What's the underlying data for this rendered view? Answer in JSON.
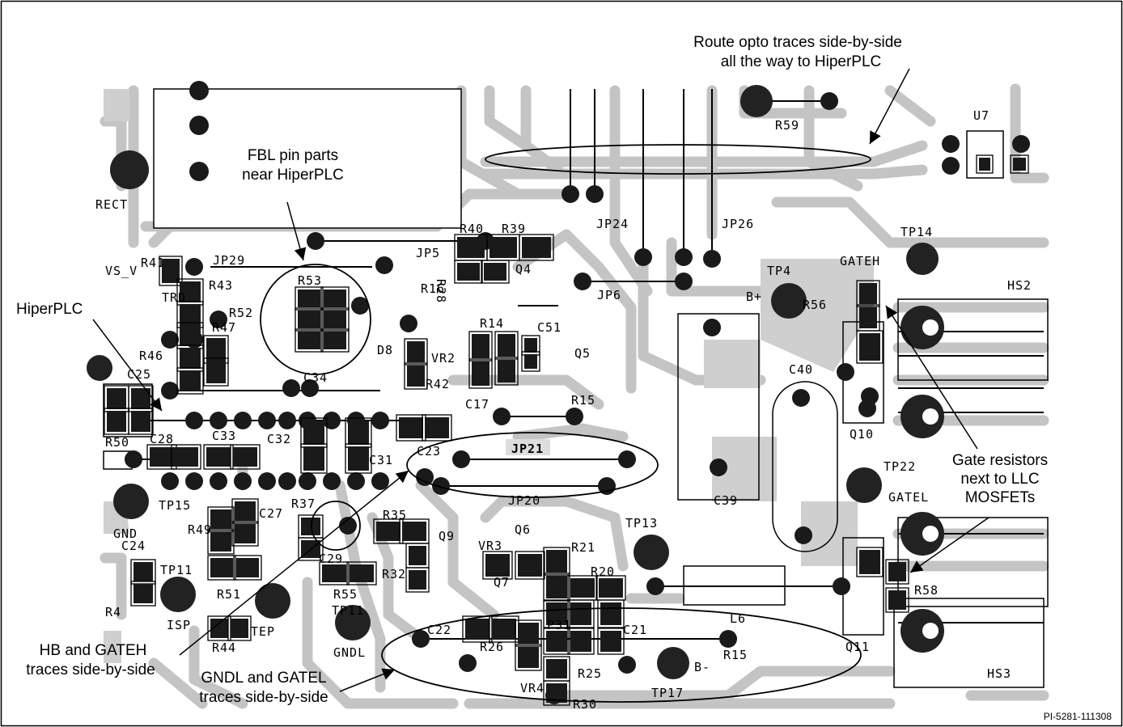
{
  "callouts": {
    "opto": [
      "Route opto traces side-by-side",
      "all the way to HiperPLC"
    ],
    "fbl": [
      "FBL pin parts",
      "near HiperPLC"
    ],
    "hiperplc": "HiperPLC",
    "gate": [
      "Gate resistors",
      "next to LLC",
      "MOSFETs"
    ],
    "hb": [
      "HB and GATEH",
      "traces side-by-side"
    ],
    "gndl": [
      "GNDL and GATEL",
      "traces side-by-side"
    ]
  },
  "footer_id": "PI-5281-111308",
  "labels": {
    "r59": "R59",
    "u7": "U7",
    "rect": "RECT",
    "jp24": "JP24",
    "jp26": "JP26",
    "r40": "R40",
    "r39": "R39",
    "tp14": "TP14",
    "jp29": "JP29",
    "r41": "R41",
    "vs": "VS_V",
    "r43": "R43",
    "trd": "TRD",
    "r53": "R53",
    "r16": "R16",
    "jp5": "JP5",
    "q4": "Q4",
    "jp6": "JP6",
    "tp4": "TP4",
    "bplus": "B+",
    "gateh": "GATEH",
    "r56": "R56",
    "hs2": "HS2",
    "r52": "R52",
    "d8": "D8",
    "r14": "R14",
    "c51": "C51",
    "r47": "R47",
    "vr2": "VR2",
    "q5": "Q5",
    "r46": "R46",
    "c25": "C25",
    "c34": "C34",
    "r28": "R28",
    "r42": "R42",
    "c40": "C40",
    "c17": "C17",
    "r15a": "R15",
    "q10": "Q10",
    "r50": "R50",
    "c28": "C28",
    "c33": "C33",
    "c32": "C32",
    "c31": "C31",
    "c23": "C23",
    "jp21": "JP21",
    "jp20": "JP20",
    "tp22": "TP22",
    "gatel": "GATEL",
    "c39": "C39",
    "tp15": "TP15",
    "r49": "R49",
    "c27": "C27",
    "r37": "R37",
    "r35": "R35",
    "q9": "Q9",
    "q6": "Q6",
    "vr3": "VR3",
    "r21": "R21",
    "tp13": "TP13",
    "gnd": "GND",
    "c24": "C24",
    "tp11": "TP11",
    "r51": "R51",
    "c29": "C29",
    "r55": "R55",
    "r32": "R32",
    "q7": "Q7",
    "r20": "R20",
    "r58": "R58",
    "r4": "R4",
    "isp": "ISP",
    "tep": "TEP",
    "r44": "R44",
    "gndl": "GNDL",
    "c22": "C22",
    "p31": "P31",
    "c21": "C21",
    "l6": "L6",
    "r26": "R26",
    "r25": "R25",
    "bminus": "B-",
    "r15b": "R15",
    "q11": "Q11",
    "vr4": "VR4",
    "tp17": "TP17",
    "r30": "R30",
    "hs3": "HS3",
    "tp11b": "TP11"
  }
}
